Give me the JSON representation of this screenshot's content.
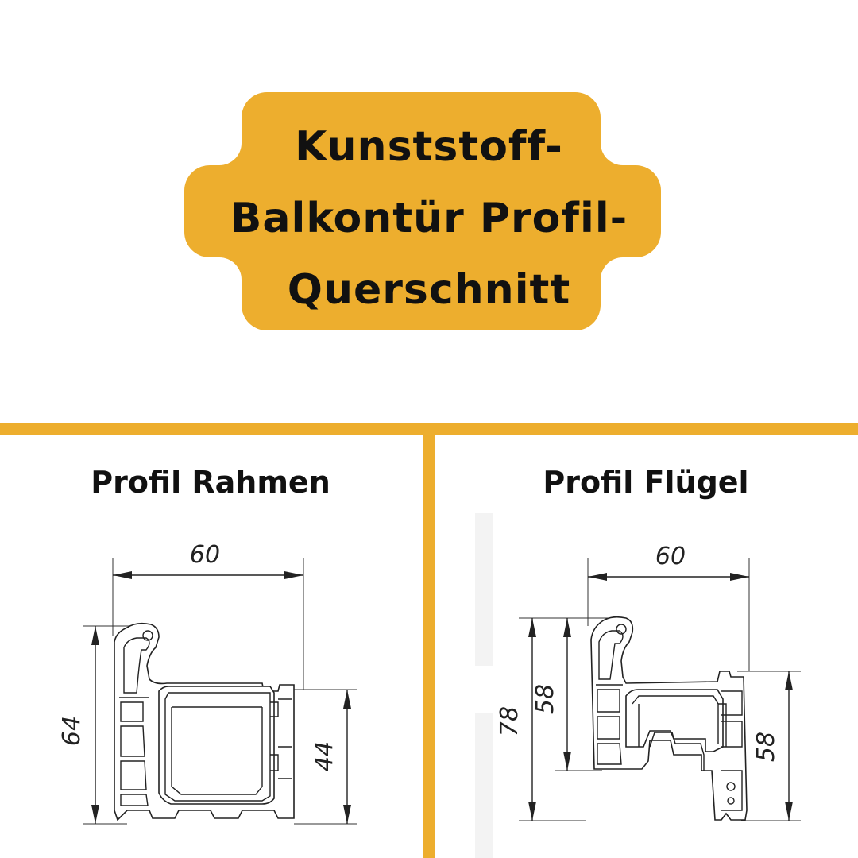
{
  "colors": {
    "accent": "#EDAE2E",
    "text": "#111111",
    "background": "#FFFFFF"
  },
  "title": {
    "lines": [
      "Kunststoff-",
      "Balkontür Profil-",
      "Querschnitt"
    ]
  },
  "panels": [
    {
      "title": "Profil Rahmen",
      "dimensions": {
        "width": "60",
        "height_total": "64",
        "height_right": "44"
      }
    },
    {
      "title": "Profil Flügel",
      "dimensions": {
        "width": "60",
        "height_total": "78",
        "height_inner": "58",
        "height_right": "58"
      }
    }
  ]
}
